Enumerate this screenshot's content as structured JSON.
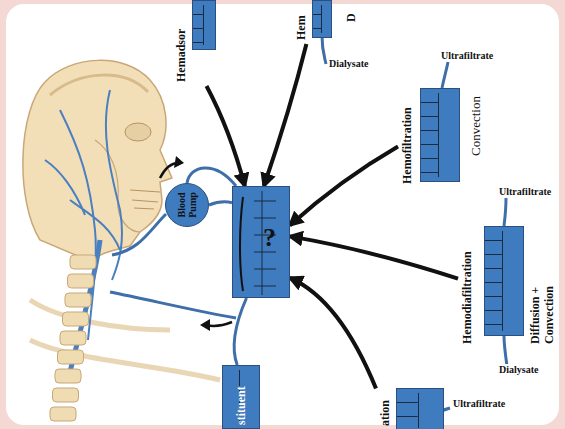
{
  "diagram": {
    "nodes": [
      {
        "text": [
          "Hemadsor"
        ]
      },
      {
        "text": [
          "Hem",
          "D"
        ]
      },
      {
        "text": [
          "Hemofiltration",
          "Convection"
        ]
      },
      {
        "text": [
          "Blood Pump"
        ]
      },
      {
        "text": [
          "?"
        ]
      },
      {
        "text": [
          "Hemodiafiltration",
          "Diffusion + Convection"
        ]
      },
      {
        "text": [
          "stituent"
        ]
      },
      {
        "text": [
          "ation"
        ]
      }
    ],
    "edges": [
      {
        "from": 0,
        "to": 4,
        "arrow": "to"
      },
      {
        "from": 1,
        "to": 4,
        "arrow": "to"
      },
      {
        "from": 2,
        "to": 4,
        "arrow": "to"
      },
      {
        "from": 5,
        "to": 4,
        "arrow": "to"
      },
      {
        "from": 7,
        "to": 4,
        "arrow": "to"
      },
      {
        "from": 3,
        "to": 4,
        "arrow": "none"
      },
      {
        "from": 4,
        "to": 6,
        "arrow": "none"
      }
    ],
    "labels": [
      "Dialysate",
      "Ultrafiltrate",
      "Ultrafiltrate",
      "Dialysate",
      "Ultrafiltrate"
    ]
  }
}
